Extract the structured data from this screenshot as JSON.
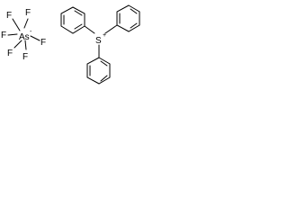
{
  "structure": {
    "anion": {
      "center": "As",
      "charge": "-",
      "ligands": [
        "F",
        "F",
        "F",
        "F",
        "F",
        "F"
      ]
    },
    "cation": {
      "center": "S",
      "charge": "+",
      "rings": [
        "phenyl",
        "phenyl",
        "phenyl"
      ]
    }
  }
}
